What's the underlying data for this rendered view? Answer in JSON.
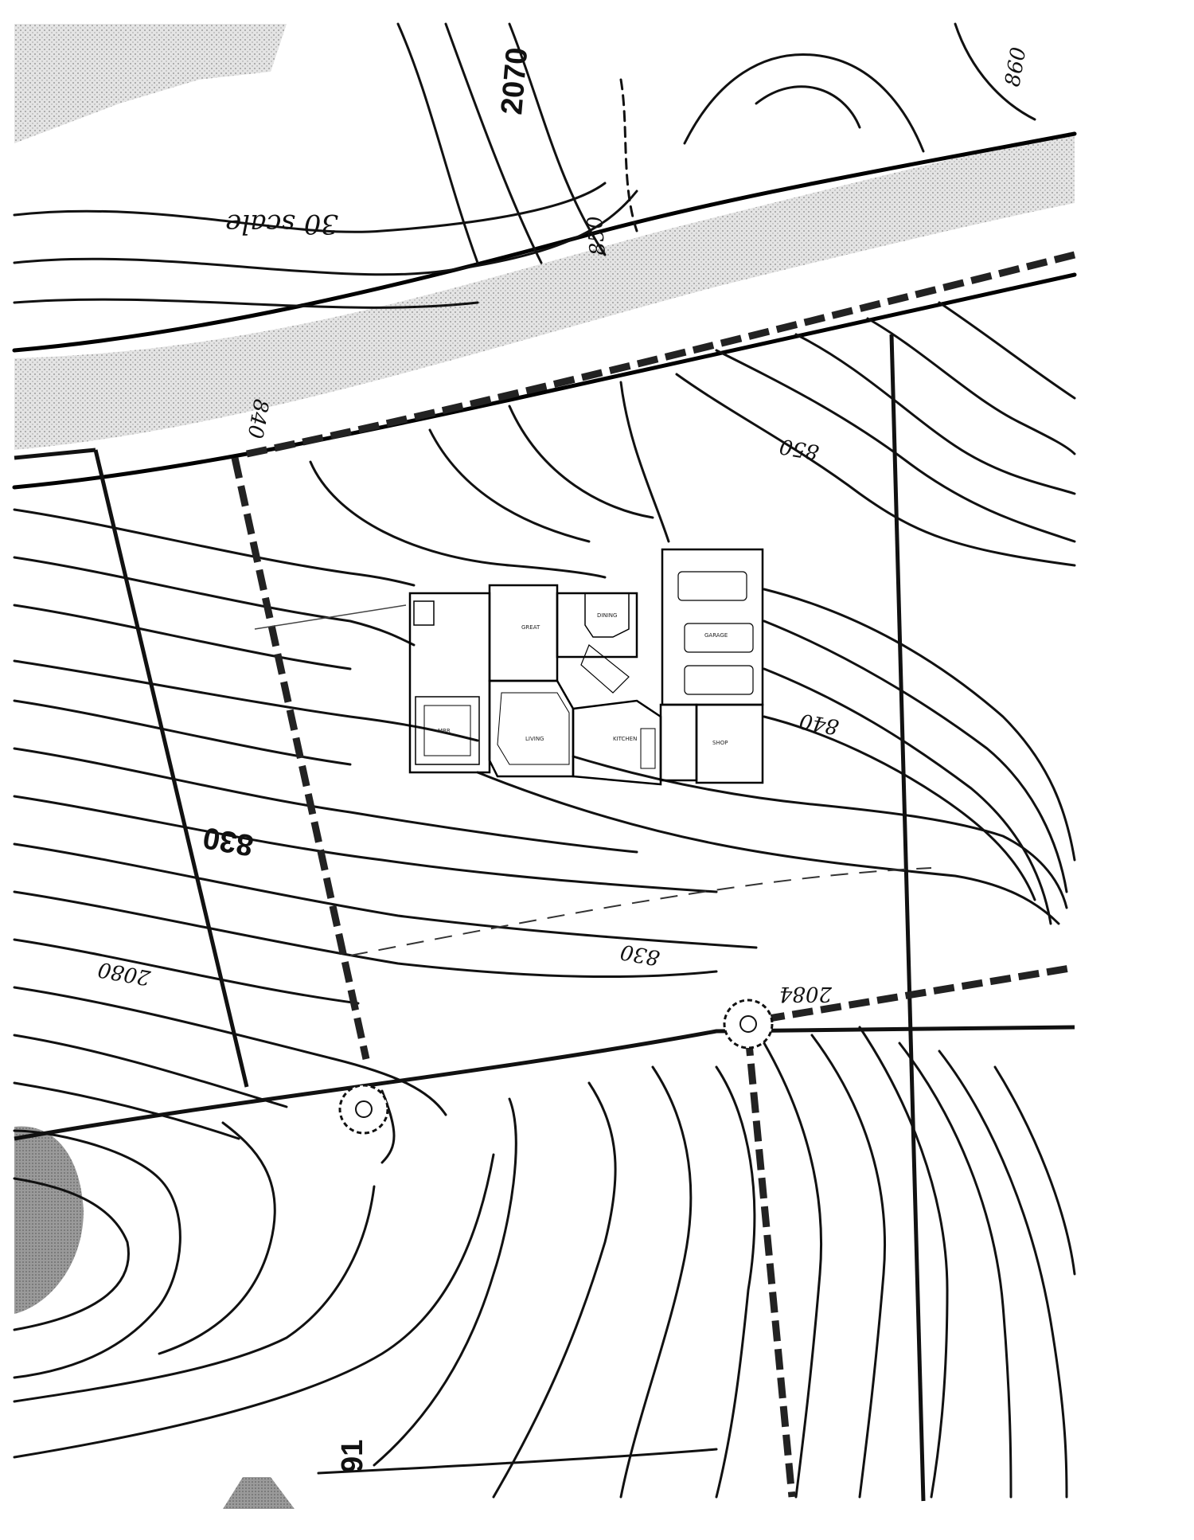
{
  "map": {
    "contour_labels": [
      "2070",
      "860",
      "850",
      "840",
      "850",
      "840",
      "830",
      "830",
      "2080",
      "2084",
      "91"
    ],
    "scale_note": "30 scale",
    "tree_symbols": [
      "tree-symbol",
      "tree-symbol"
    ],
    "colors": {
      "ink": "#111111",
      "paper": "#ffffff",
      "road": "#d9d9d9",
      "hatch": "#9a9a9a"
    }
  }
}
